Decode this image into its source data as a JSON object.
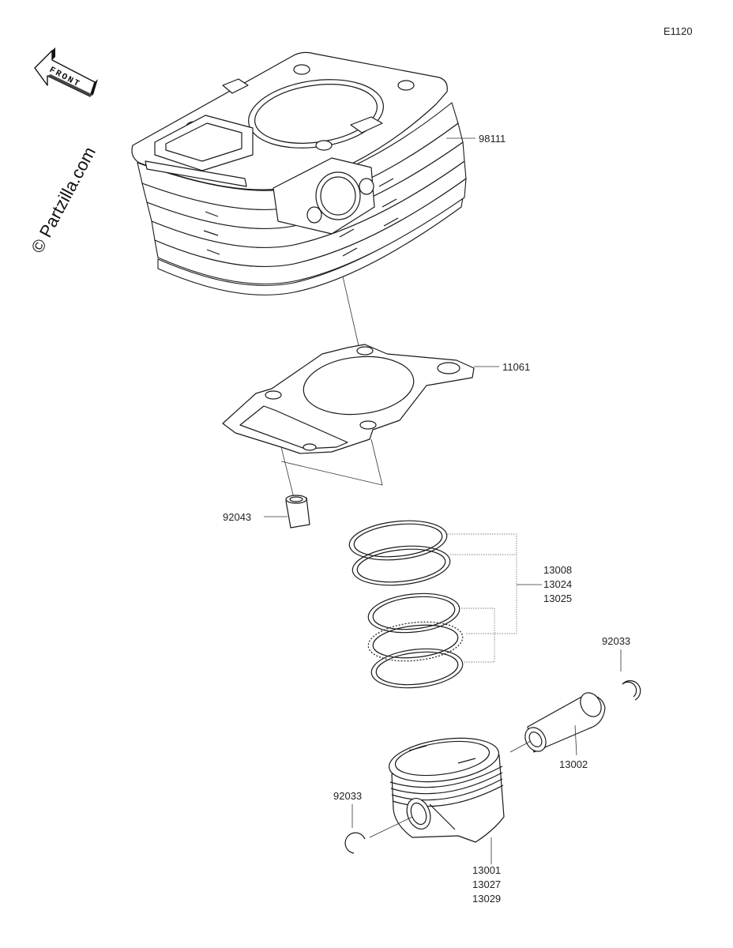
{
  "diagram_code": "E1120",
  "watermark": "© Partzilla.com",
  "front_label": "FRONT",
  "parts": {
    "cylinder": [
      "98111"
    ],
    "gasket": [
      "11061"
    ],
    "dowel_pin": [
      "92043"
    ],
    "piston_rings": [
      "13008",
      "13024",
      "13025"
    ],
    "circlip_right": [
      "92033"
    ],
    "piston_pin": [
      "13002"
    ],
    "circlip_left": [
      "92033"
    ],
    "piston": [
      "13001",
      "13027",
      "13029"
    ]
  }
}
